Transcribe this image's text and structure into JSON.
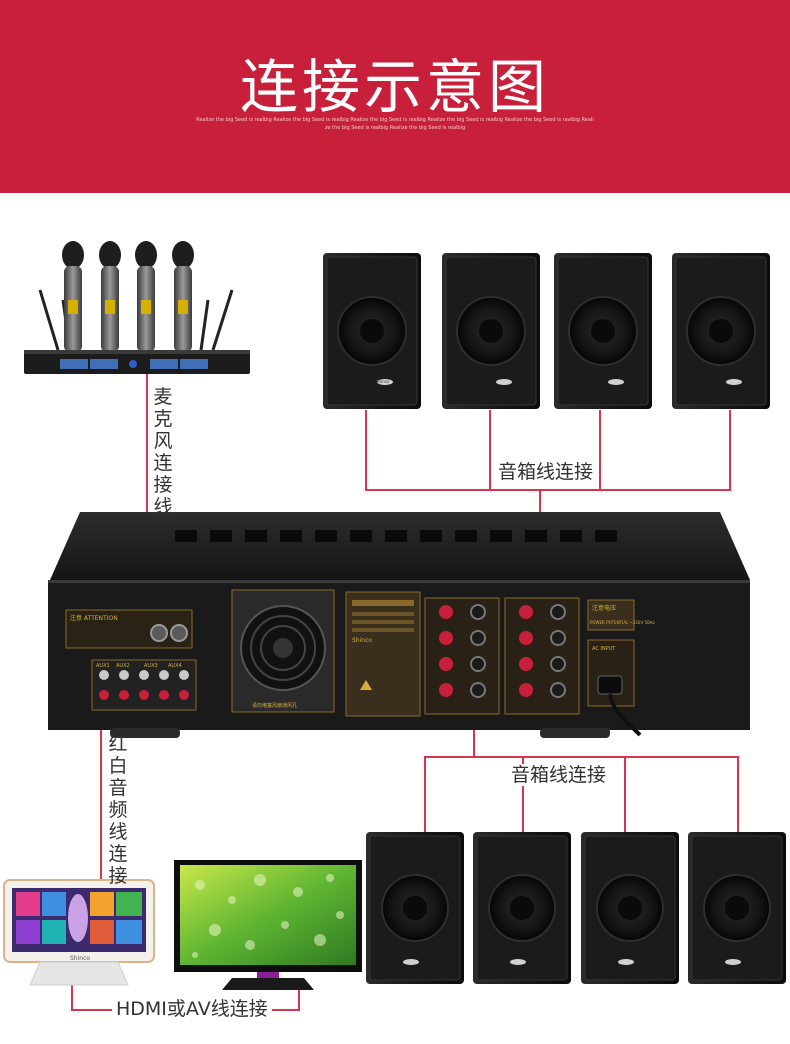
{
  "banner": {
    "title": "连接示意图",
    "fine_print": "Realize the big Seed is realbig Realize the big Seed is realbig Realize the big Seed is realbig Realize the big Seed is realbig Realize the big Seed is realbig Realize the big Seed is realbig Realize the big Seed is realbig"
  },
  "labels": {
    "mic_cable": "麦克风连接线",
    "speaker_cable_top": "音箱线连接",
    "speaker_cable_bottom": "音箱线连接",
    "rca_cable": "红白音频线连接",
    "hdmi_cable": "HDMI或AV线连接"
  },
  "device_text": {
    "amp_attention": "注意 ATTENTION",
    "amp_warning": "注意电压",
    "amp_power": "POWER POTENTIAL ~220V 50Hz",
    "amp_ac_input": "AC INPUT",
    "amp_aux": [
      "AUX1",
      "AUX2",
      "AUX3",
      "AUX4"
    ],
    "amp_fan_caption": "请勿堵塞风扇通风孔",
    "amp_logo": "Shinco",
    "speaker_logo": "Shinco",
    "karaoke_logo": "Shinco"
  },
  "colors": {
    "banner": "#c8203a",
    "cable": "#d7354f",
    "device_dark": "#1c1c1c",
    "text": "#333333"
  }
}
